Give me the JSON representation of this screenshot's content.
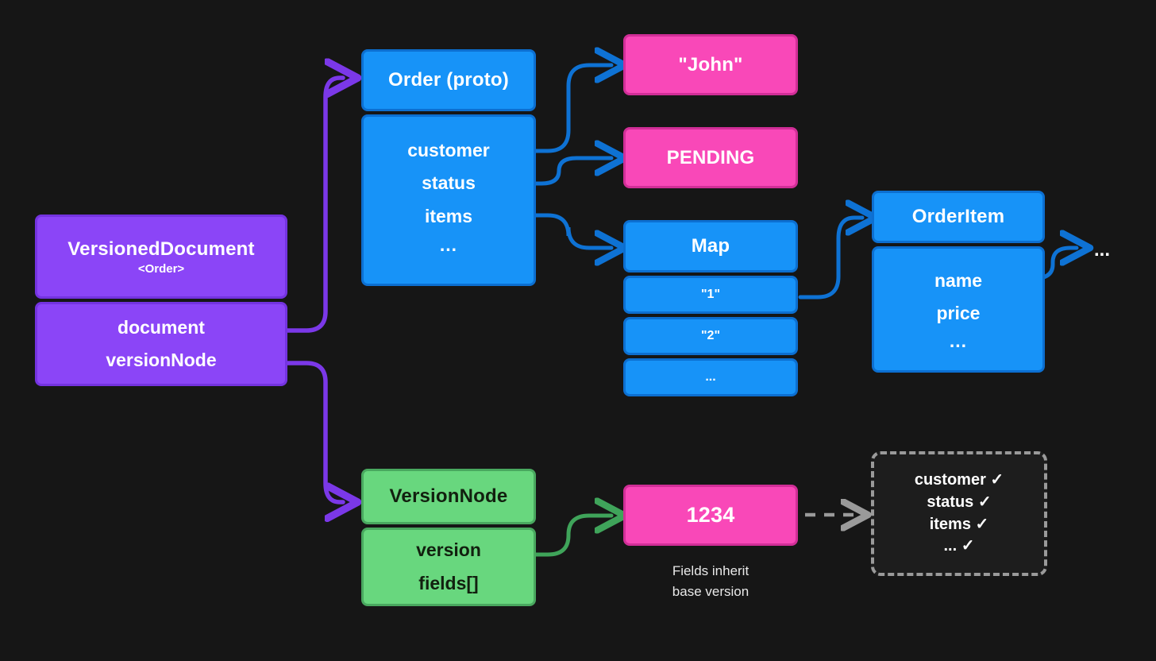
{
  "theme": {
    "background": "#161616",
    "purple": "#8B45F7",
    "purple_border": "#7433E0",
    "blue": "#1793F8",
    "blue_border": "#0C6FD1",
    "pink": "#F948B8",
    "pink_border": "#D12E97",
    "green": "#68D77E",
    "green_border": "#49A85F",
    "dashed_gray": "#9A9A9A"
  },
  "nodes": {
    "versioned_document": {
      "title": "VersionedDocument",
      "subtitle": "<Order>",
      "fields": [
        "document",
        "versionNode"
      ]
    },
    "order_proto": {
      "title": "Order (proto)",
      "fields": [
        "customer",
        "status",
        "items"
      ],
      "ellipsis": "..."
    },
    "customer_value": {
      "label": "\"John\""
    },
    "status_value": {
      "label": "PENDING"
    },
    "map": {
      "title": "Map",
      "rows": [
        "\"1\"",
        "\"2\"",
        "..."
      ]
    },
    "order_item": {
      "title": "OrderItem",
      "fields": [
        "name",
        "price"
      ],
      "ellipsis": "..."
    },
    "trailing_ellipsis": {
      "label": "..."
    },
    "version_node": {
      "title": "VersionNode",
      "fields": [
        "version",
        "fields[]"
      ]
    },
    "version_value": {
      "label": "1234"
    },
    "inherit_caption": {
      "line1": "Fields inherit",
      "line2": "base version"
    },
    "inherited_fields": {
      "lines": [
        "customer ✓",
        "status ✓",
        "items ✓",
        "... ✓"
      ]
    }
  }
}
